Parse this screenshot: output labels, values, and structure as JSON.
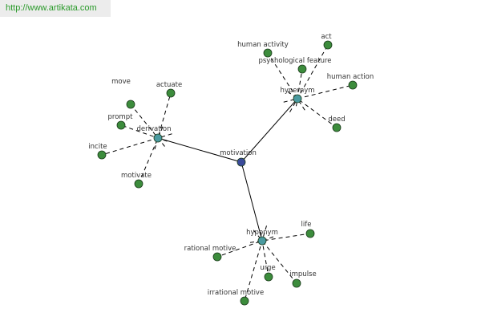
{
  "watermark": "http://www.artikata.com",
  "colors": {
    "center": "#3a4a9a",
    "group": "#4a9aa0",
    "leaf": "#3c8c3c",
    "edge": "#000000",
    "node_outline": "#1a3a1a"
  },
  "diagram": {
    "center": {
      "id": "motivation",
      "label": "motivation"
    },
    "groups": [
      {
        "id": "derivation",
        "label": "derivation",
        "leaves": [
          "move",
          "actuate",
          "prompt",
          "incite",
          "motivate"
        ]
      },
      {
        "id": "hypernym",
        "label": "hypernym",
        "leaves": [
          "human activity",
          "act",
          "psychological feature",
          "human action",
          "deed"
        ]
      },
      {
        "id": "hyponym",
        "label": "hyponym",
        "leaves": [
          "life",
          "rational motive",
          "urge",
          "impulse",
          "irrational motive"
        ]
      }
    ]
  }
}
